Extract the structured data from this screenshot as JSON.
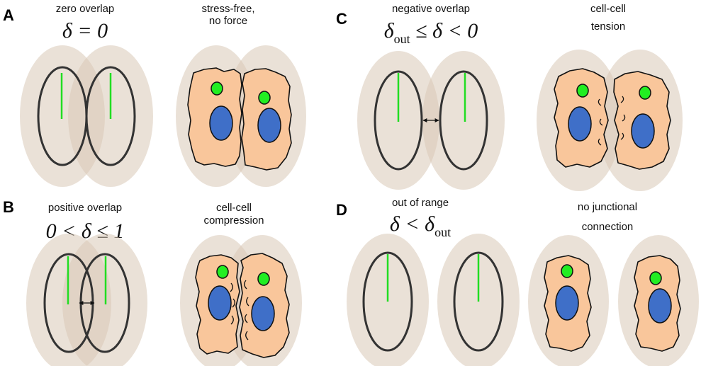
{
  "panels": {
    "A": {
      "letter": "A",
      "caption_1": "zero overlap",
      "math": "δ = 0",
      "right_caption_1": "stress-free,",
      "right_caption_2": "no force"
    },
    "B": {
      "letter": "B",
      "caption_1": "positive overlap",
      "math": "0 < δ ≤ 1",
      "right_caption_1": "cell-cell",
      "right_caption_2": "compression"
    },
    "C": {
      "letter": "C",
      "caption_1": "negative overlap",
      "math_left": "δ",
      "math_sub": "out",
      "math_right": " ≤ δ < 0",
      "right_caption_1": "cell-cell",
      "right_caption_2": "tension"
    },
    "D": {
      "letter": "D",
      "caption_1": "out of range",
      "math_left": "δ < δ",
      "math_sub": "out",
      "right_caption_1": "no junctional",
      "right_caption_2": "connection"
    }
  },
  "colors": {
    "halo": "#d9c8b6",
    "ring": "#333333",
    "axis": "#22dd22",
    "cell_body": "#f9c69b",
    "nucleus": "#3f6fc8",
    "nucleolus": "#22ee22"
  }
}
